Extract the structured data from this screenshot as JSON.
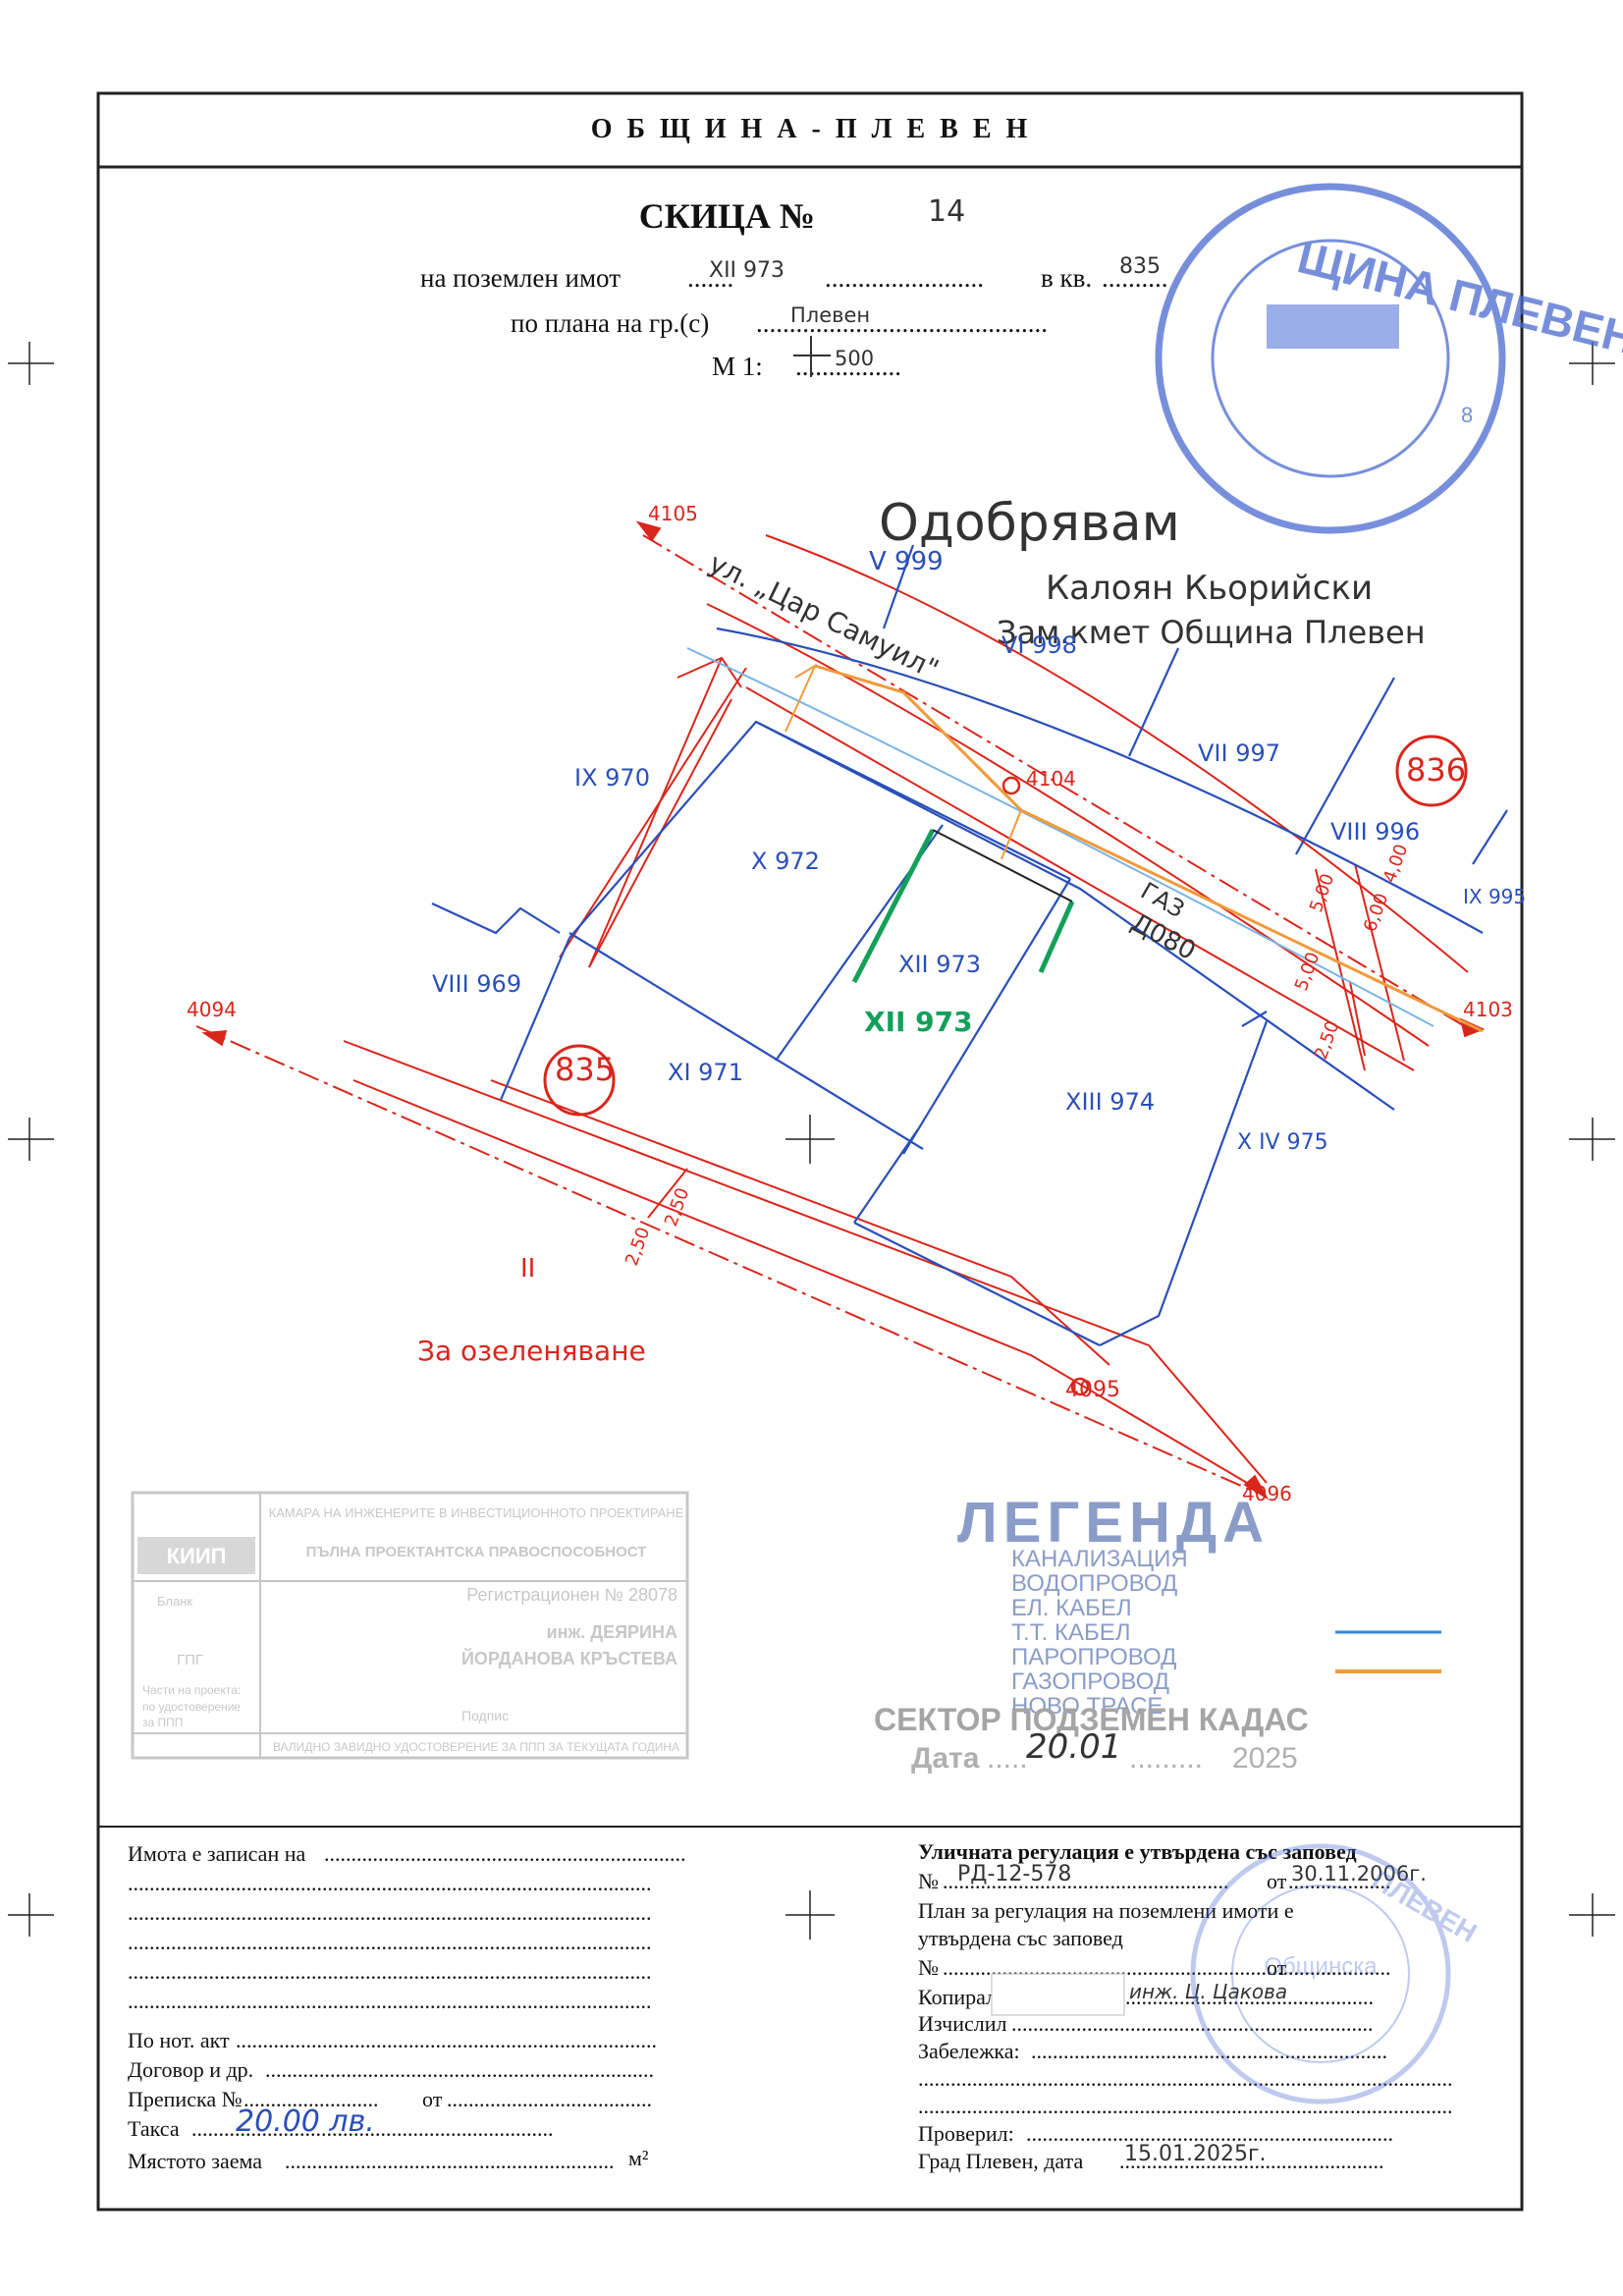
{
  "header": {
    "municipality": "О Б Щ И Н А - П Л Е В Е Н",
    "title": "СКИЦА №",
    "sketch_no": "14",
    "line1_label": "на поземлен имот",
    "line1_dots": ".......",
    "property_id": "XII 973",
    "line1_dots2": "........................",
    "quarter_label": "в кв.",
    "quarter_dots": "..........",
    "quarter_no": "835",
    "line2_label": "по плана на гр.(с)",
    "line2_dots": "............................................",
    "city": "Плевен",
    "scale_label": "М 1:",
    "scale_dots": "................",
    "scale": "500"
  },
  "approval": {
    "line1": "Одобрявам",
    "line2": "Калоян Кьорийски",
    "line3": "Зам.кмет Община Плевен"
  },
  "stamp_top": {
    "text1": "ЩИНА ПЛЕВЕН",
    "text2": "8"
  },
  "map": {
    "street_label": "ул. „Цар Самуил\"",
    "green_label": "За озеленяване",
    "green_roman": "II",
    "quarter_835": "835",
    "quarter_836": "836",
    "points": {
      "p4105": "4105",
      "p4104": "4104",
      "p4103": "4103",
      "p4094": "4094",
      "p4095": "4095",
      "p4096": "4096"
    },
    "plots": {
      "v999": "V 999",
      "vi998": "VI 998",
      "vii997": "VII 997",
      "viii996": "VIII 996",
      "ix995": "IX 995",
      "ix970": "IX 970",
      "x972": "X 972",
      "xii973": "XII 973",
      "xii973_green": "XII 973",
      "viii969": "VIII 969",
      "xi971": "XI 971",
      "xiii974": "XIII 974",
      "xiv975": "X IV 975"
    },
    "utility_labels": {
      "gas": "ГАЗ",
      "water": "Д080"
    },
    "dims": {
      "d1": "5,00",
      "d2": "6,00",
      "d3": "4,00",
      "d4": "5,00",
      "d5": "2,50",
      "d6": "2,50",
      "d7": "2,50"
    }
  },
  "legend": {
    "title": "ЛЕГЕНДА",
    "items": [
      "КАНАЛИЗАЦИЯ",
      "ВОДОПРОВОД",
      "ЕЛ. КАБЕЛ",
      "Т.Т. КАБЕЛ",
      "ПАРОПРОВОД",
      "ГАЗОПРОВОД",
      "НОВО ТРАСЕ"
    ],
    "colors": {
      "water": "#3a86d8",
      "gas": "#f09a3a"
    },
    "sector": "СЕКТОР ПОДЗЕМЕН КАДАС",
    "date_label": "Дата",
    "date_dots": ".....",
    "date_value": "20.01",
    "year_dots": ".........",
    "year_value": "2025"
  },
  "left_stamp": {
    "logo": "КИИП",
    "row1": "КАМАРА НА ИНЖЕНЕРИТЕ В ИНВЕСТИЦИОННОТО ПРОЕКТИРАНЕ",
    "row2": "ПЪЛНА ПРОЕКТАНТСКА ПРАВОСПОСОБНОСТ",
    "reg": "Регистрационен № 28078",
    "name1": "инж. ДЕЯРИНА",
    "name2": "ЙОРДАНОВА КРЪСТЕВА",
    "col1": "Бланк",
    "col2": "ГПГ",
    "col3": "Части на проекта:",
    "col4": "по удостоверение",
    "col5": "за ППП",
    "sign": "Подпис",
    "bottom": "ВАЛИДНО ЗАВИДНО УДОСТОВЕРЕНИЕ ЗА ППП ЗА ТЕКУЩАТА ГОДИНА"
  },
  "left_form": {
    "recorded": "Имота е записан на",
    "recorded_dots": "...................................................................",
    "blank_dots": ".................................................................................................",
    "notary": "По нот. акт",
    "notary_dots": "..............................................................................",
    "contract": "Договор и др.",
    "contract_dots": "........................................................................",
    "transcript": "Преписка №",
    "transcript_dots": ".........................",
    "from": "от",
    "from_dots": "......................................",
    "fee": "Такса",
    "fee_dots": "...................................................................",
    "fee_value": "20.00 лв.",
    "area": "Мястото заема",
    "area_dots": ".............................................................",
    "area_unit": "м²"
  },
  "right_form": {
    "reg_title": "Уличната регулация е утвърдена със заповед",
    "no": "№",
    "no_dots": ".....................................................",
    "order_no": "РД-12-578",
    "from": "от",
    "from_dots": "...................",
    "order_date": "30.11.2006г.",
    "plan1": "План за регулация на поземлени имоти е",
    "plan2": "утвърдена със заповед",
    "no2_dots": "............................................................................",
    "from2_dots": "...................",
    "copied": "Копирал",
    "copied_dots": "....................................................................",
    "copied_sign": "инж. Ц. Цакова",
    "calc": "Изчислил",
    "calc_dots": "...................................................................",
    "note": "Забележка:",
    "note_dots": "..................................................................",
    "blank_dots": "...................................................................................................",
    "checked": "Проверил:",
    "checked_dots": "....................................................................",
    "city_date": "Град Плевен, дата",
    "city_date_dots": ".................................................",
    "date_value": "15.01.2025г.",
    "stamp_text1": "Общинска",
    "stamp_text2": "ПЛЕВЕН"
  }
}
